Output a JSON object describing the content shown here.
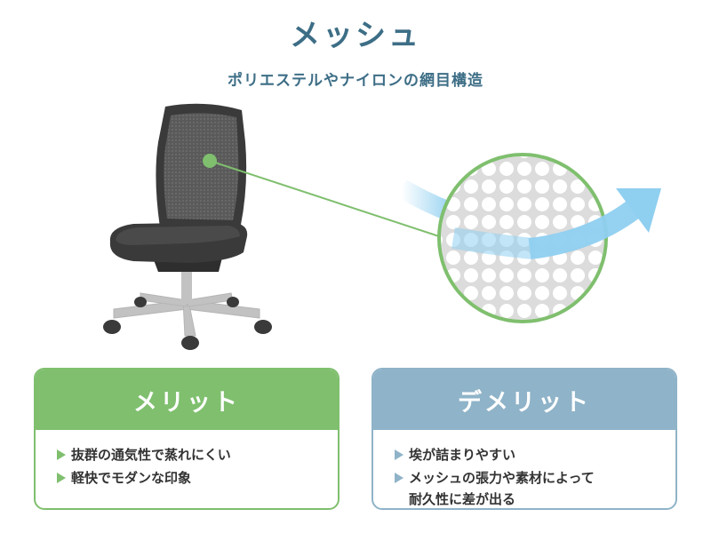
{
  "header": {
    "title": "メッシュ",
    "subtitle": "ポリエステルやナイロンの網目構造"
  },
  "illustration": {
    "chair": "office-chair-icon",
    "magnifier": "mesh-closeup-icon",
    "airflow": "airflow-arrow-icon"
  },
  "merit": {
    "title": "メリット",
    "color": "#7fbf6e",
    "items": [
      "抜群の通気性で蒸れにくい",
      "軽快でモダンな印象"
    ]
  },
  "demerit": {
    "title": "デメリット",
    "color": "#8fb3c8",
    "items": [
      "埃が詰まりやすい",
      "メッシュの張力や素材によって",
      "耐久性に差が出る"
    ]
  },
  "colors": {
    "title": "#3d6e86",
    "leader_line": "#7fbf6e",
    "chair_frame": "#3a3a3a",
    "chair_base": "#c2c2c2",
    "airflow": "#8fcff0"
  }
}
